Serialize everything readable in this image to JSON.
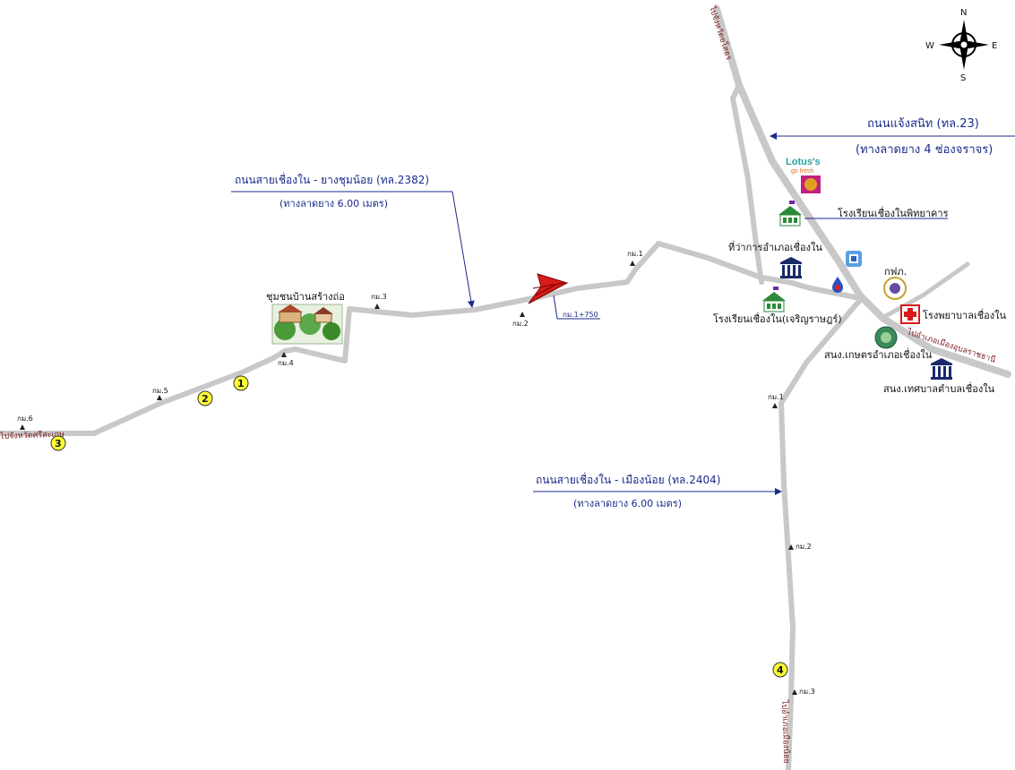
{
  "compass": {
    "n": "N",
    "s": "S",
    "e": "E",
    "w": "W"
  },
  "roads": {
    "road_2382": {
      "name": "ถนนสายเชื่องใน - ยางชุมน้อย (ทล.2382)",
      "surface": "(ทางลาดยาง 6.00 เมตร)"
    },
    "road_23": {
      "name": "ถนนแจ้งสนิท (ทล.23)",
      "surface": "(ทางลาดยาง 4 ช่องจราจร)"
    },
    "road_2404": {
      "name": "ถนนสายเชื่องใน - เมืองน้อย (ทล.2404)",
      "surface": "(ทางลาดยาง 6.00 เมตร)"
    }
  },
  "directions": {
    "north": "ไปจังหวัดยโสธร",
    "east": "ไปอำเภอเมืองอุบลราชธานี",
    "west": "ไปจังหวัดศรีสะเกษ",
    "south": "ไปอำเภอเมืองน้อย"
  },
  "places": {
    "lotus": "Lotus's",
    "lotus_sub": "go fresh",
    "school_1": "โรงเรียนเชื่องในพิทยาคาร",
    "district_office": "ที่ว่าการอำเภอเชื่องใน",
    "pea": "กฟภ.",
    "hospital": "โรงพยาบาลเชื่องใน",
    "school_2": "โรงเรียนเชื่องใน(เจริญราษฎร์)",
    "agri_office": "สนง.เกษตรอำเภอเชื่องใน",
    "municipal_office": "สนง.เทศบาลตำบลเชื่องใน",
    "village": "ชุมชนบ้านสร้างถ่อ",
    "site_marker": "กม.1+750"
  },
  "km_markers": {
    "r2382_km1": "กม.1",
    "r2382_km2": "กม.2",
    "r2382_km3": "กม.3",
    "r2382_km4": "กม.4",
    "r2382_km5": "กม.5",
    "r2382_km6": "กม.6",
    "r2404_km1": "กม.1",
    "r2404_km2": "กม.2",
    "r2404_km3": "กม.3"
  },
  "numbered_points": [
    "1",
    "2",
    "3",
    "4"
  ],
  "colors": {
    "road": "#c8c8c8",
    "label_blue": "#1a2a8a",
    "direction_brown": "#7a1a1a",
    "site_red": "#d81b1b",
    "point_yellow": "#ffff33"
  }
}
